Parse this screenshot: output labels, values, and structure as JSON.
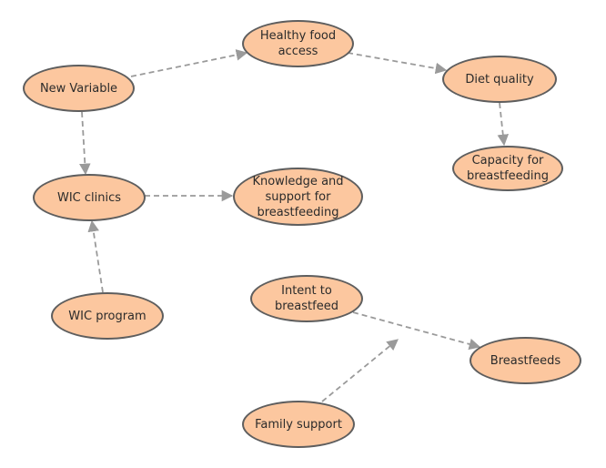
{
  "diagram": {
    "nodes": {
      "new_variable": "New Variable",
      "healthy_food": "Healthy food\naccess",
      "diet_quality": "Diet quality",
      "capacity": "Capacity for\nbreastfeeding",
      "wic_clinics": "WIC clinics",
      "knowledge": "Knowledge and\nsupport for\nbreastfeeding",
      "wic_program": "WIC program",
      "intent": "Intent to\nbreastfeed",
      "breastfeeds": "Breastfeeds",
      "family_support": "Family support"
    },
    "colors": {
      "node_fill": "#fcc79f",
      "node_border": "#5e5e5e",
      "edge": "#9a9a9a",
      "text": "#2b2b2b"
    }
  }
}
